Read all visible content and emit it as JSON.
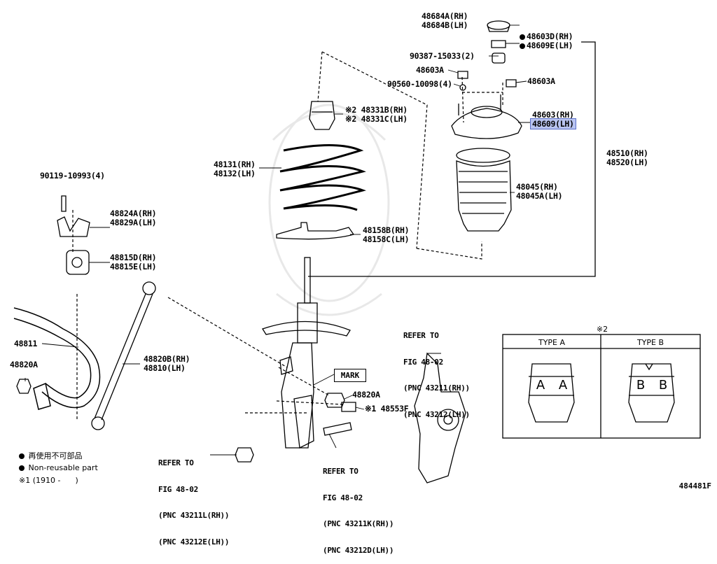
{
  "labels": {
    "p48684": [
      "48684A(RH)",
      "48684B(LH)"
    ],
    "p48603d": [
      "48603D(RH)",
      "48609E(LH)"
    ],
    "p90387": "90387-15033(2)",
    "p48603a_left": "48603A",
    "p90560": "90560-10098(4)",
    "p48603a_right": "48603A",
    "p48603_rh": "48603(RH)",
    "p48609_lh": "48609(LH)",
    "p48331": [
      "※2 48331B(RH)",
      "※2 48331C(LH)"
    ],
    "p48131": [
      "48131(RH)",
      "48132(LH)"
    ],
    "p48045": [
      "48045(RH)",
      "48045A(LH)"
    ],
    "p48510": [
      "48510(RH)",
      "48520(LH)"
    ],
    "p90119": "90119-10993(4)",
    "p48824": [
      "48824A(RH)",
      "48829A(LH)"
    ],
    "p48158": [
      "48158B(RH)",
      "48158C(LH)"
    ],
    "p48815": [
      "48815D(RH)",
      "48815E(LH)"
    ],
    "p48811": "48811",
    "p48820a_left": "48820A",
    "p48820b": [
      "48820B(RH)",
      "48810(LH)"
    ],
    "p48820a_mid": "48820A",
    "p48553f": "※1 48553F",
    "mark": "MARK"
  },
  "refs": {
    "knuckle": [
      "REFER TO",
      "FIG 48-02",
      "(PNC 43211(RH))",
      "(PNC 43212(LH))"
    ],
    "bottom_left": [
      "REFER TO",
      "FIG 48-02",
      "(PNC 43211L(RH))",
      "(PNC 43212E(LH))"
    ],
    "bottom_mid": [
      "REFER TO",
      "FIG 48-02",
      "(PNC 43211K(RH))",
      "(PNC 43212D(LH))"
    ]
  },
  "table": {
    "note": "※2",
    "type_a": "TYPE A",
    "type_b": "TYPE B",
    "letter_a": "A",
    "letter_b": "B"
  },
  "legend": {
    "jp": "再使用不可部品",
    "en": "Non-reusable part",
    "note": "※1 (1910 -      )"
  },
  "diagram_code": "484481F",
  "colors": {
    "highlight": "#b9c4f0",
    "line": "#000000"
  }
}
